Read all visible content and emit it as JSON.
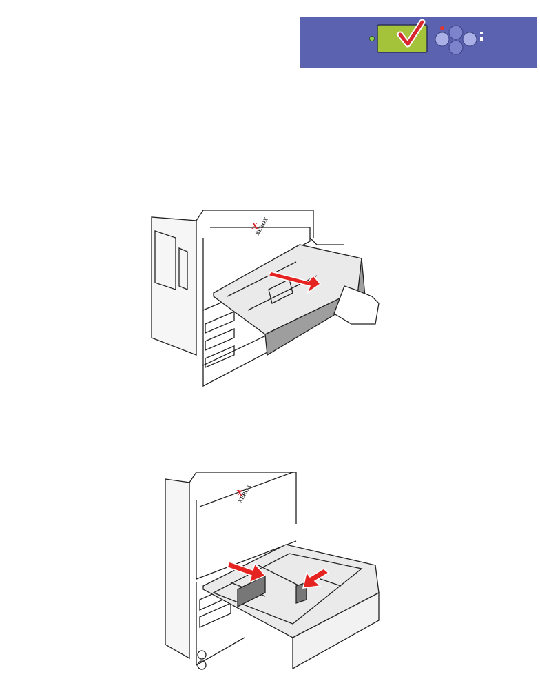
{
  "control_panel": {
    "status": "ready",
    "led_color": "#8fd14f",
    "panel_color": "#5b62b0",
    "display_color": "#a4c23a",
    "check_color": "#d7262d"
  },
  "figure_1": {
    "brand_mark": "X",
    "brand_name": "XEROX",
    "arrow_color": "#e52321"
  },
  "figure_2": {
    "brand_mark": "X",
    "brand_name": "XEROX",
    "arrow_color": "#e52321"
  }
}
